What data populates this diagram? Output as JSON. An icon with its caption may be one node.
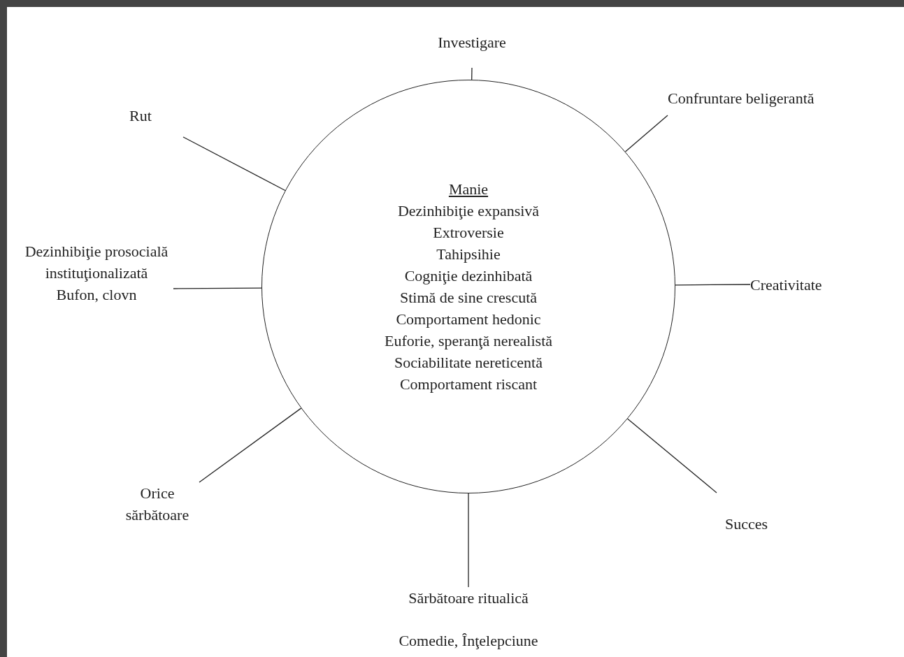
{
  "diagram": {
    "nodes": [
      {
        "text": [
          "Manie",
          "Dezinhibiţie expansivă",
          "Extroversie",
          "Tahipsihie",
          "Cogniţie dezinhibată",
          "Stimă de sine crescută",
          "Comportament hedonic",
          "Euforie, speranţă nerealistă",
          "Sociabilitate nereticentă",
          "Comportament riscant"
        ]
      },
      {
        "text": [
          "Investigare"
        ]
      },
      {
        "text": [
          "Confruntare beligerantă"
        ]
      },
      {
        "text": [
          "Creativitate"
        ]
      },
      {
        "text": [
          "Succes"
        ]
      },
      {
        "text": [
          "Sărbătoare ritualică",
          "Comedie, Înţelepciune"
        ]
      },
      {
        "text": [
          "Orice sărbătoare"
        ]
      },
      {
        "text": [
          "Dezinhibiţie prosocială instituţionalizată",
          "Bufon, clovn"
        ]
      },
      {
        "text": [
          "Rut"
        ]
      }
    ],
    "edges": [
      {
        "from": 0,
        "to": 1,
        "arrow": "none"
      },
      {
        "from": 0,
        "to": 2,
        "arrow": "none"
      },
      {
        "from": 0,
        "to": 3,
        "arrow": "none"
      },
      {
        "from": 0,
        "to": 4,
        "arrow": "none"
      },
      {
        "from": 0,
        "to": 5,
        "arrow": "none"
      },
      {
        "from": 0,
        "to": 6,
        "arrow": "none"
      },
      {
        "from": 0,
        "to": 7,
        "arrow": "none"
      },
      {
        "from": 0,
        "to": 8,
        "arrow": "none"
      }
    ]
  }
}
